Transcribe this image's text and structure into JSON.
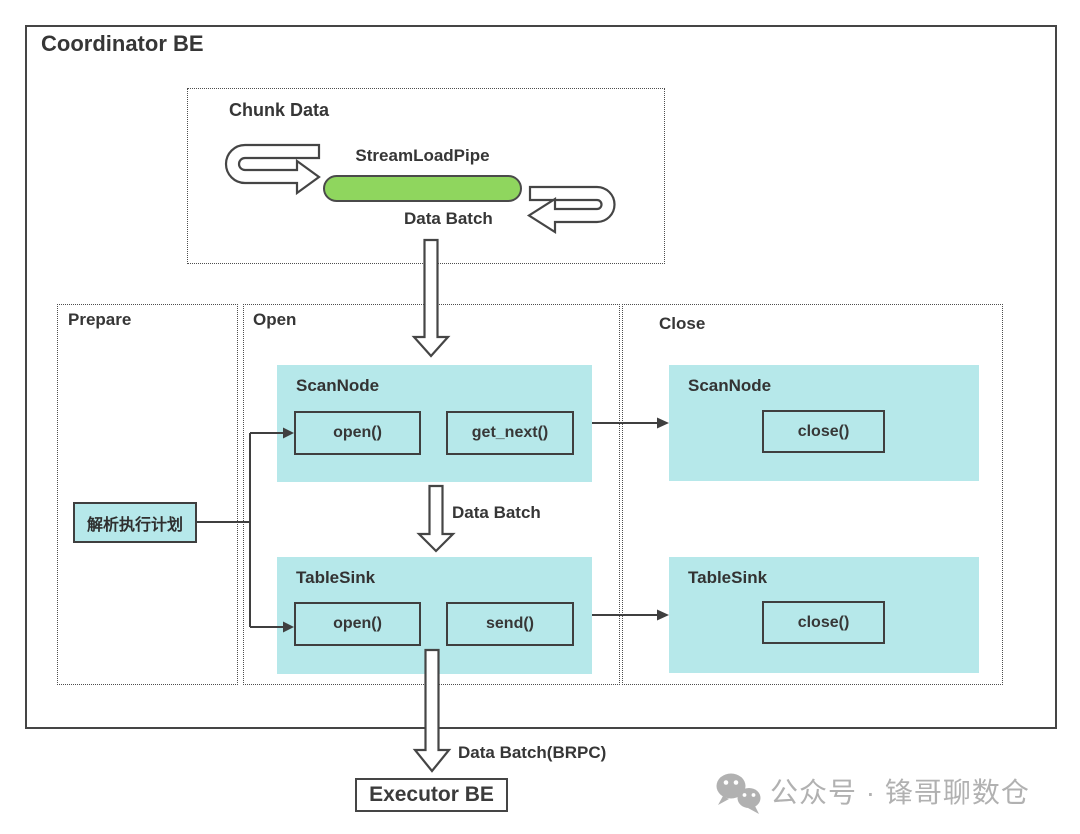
{
  "outer": {
    "title": "Coordinator BE"
  },
  "chunk": {
    "title": "Chunk Data",
    "pipe_label": "StreamLoadPipe",
    "batch_label": "Data Batch"
  },
  "prepare": {
    "title": "Prepare",
    "plan_label": "解析执行计划"
  },
  "open": {
    "title": "Open",
    "scan": {
      "title": "ScanNode",
      "methods": [
        "open()",
        "get_next()"
      ]
    },
    "batch_label": "Data Batch",
    "sink": {
      "title": "TableSink",
      "methods": [
        "open()",
        "send()"
      ]
    }
  },
  "close": {
    "title": "Close",
    "scan": {
      "title": "ScanNode",
      "methods": [
        "close()"
      ]
    },
    "sink": {
      "title": "TableSink",
      "methods": [
        "close()"
      ]
    }
  },
  "bottom": {
    "brpc_label": "Data Batch(BRPC)",
    "executor_label": "Executor BE"
  },
  "watermark": {
    "icon": "wechat-icon",
    "text": "公众号 · 锋哥聊数仓"
  },
  "colors": {
    "cyan_fill": "#b6e8ea",
    "green_fill": "#8fd65e",
    "stroke_dark": "#3f3f3f",
    "watermark_gray": "#b1b1b1"
  }
}
